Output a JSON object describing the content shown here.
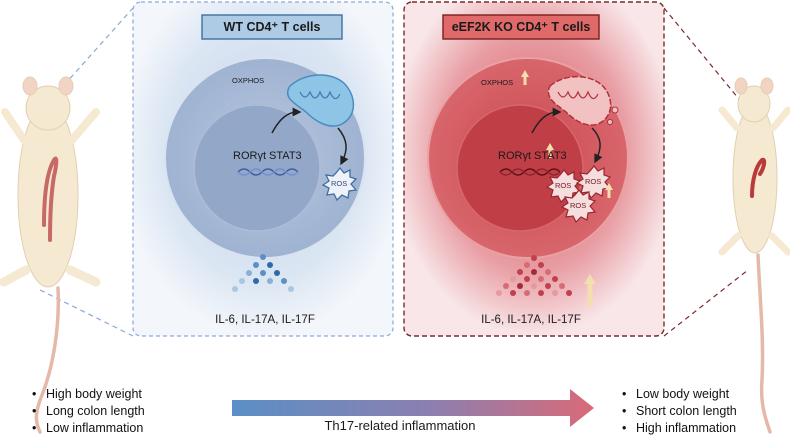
{
  "left_panel": {
    "title": "WT CD4⁺ T cells",
    "oxphos": "OXPHOS",
    "tf_labels": "RORγt STAT3",
    "ros": "ROS",
    "cytokines": "IL-6, IL-17A, IL-17F"
  },
  "right_panel": {
    "title": "eEF2K KO CD4⁺ T cells",
    "oxphos": "OXPHOS",
    "tf_labels": "RORγt STAT3",
    "ros": [
      "ROS",
      "ROS",
      "ROS"
    ],
    "cytokines": "IL-6, IL-17A, IL-17F"
  },
  "left_outcomes": [
    "High body weight",
    "Long colon length",
    "Low inflammation"
  ],
  "right_outcomes": [
    "Low body weight",
    "Short colon length",
    "High inflammation"
  ],
  "arrow_label": "Th17-related inflammation",
  "colors": {
    "wt_border": "#8aa9d6",
    "wt_title_bg": "#aecbe6",
    "ko_border": "#7a2a2a",
    "ko_title_bg": "#e06a6a",
    "arrow_start": "#5b8fc6",
    "arrow_end": "#d96a78"
  }
}
